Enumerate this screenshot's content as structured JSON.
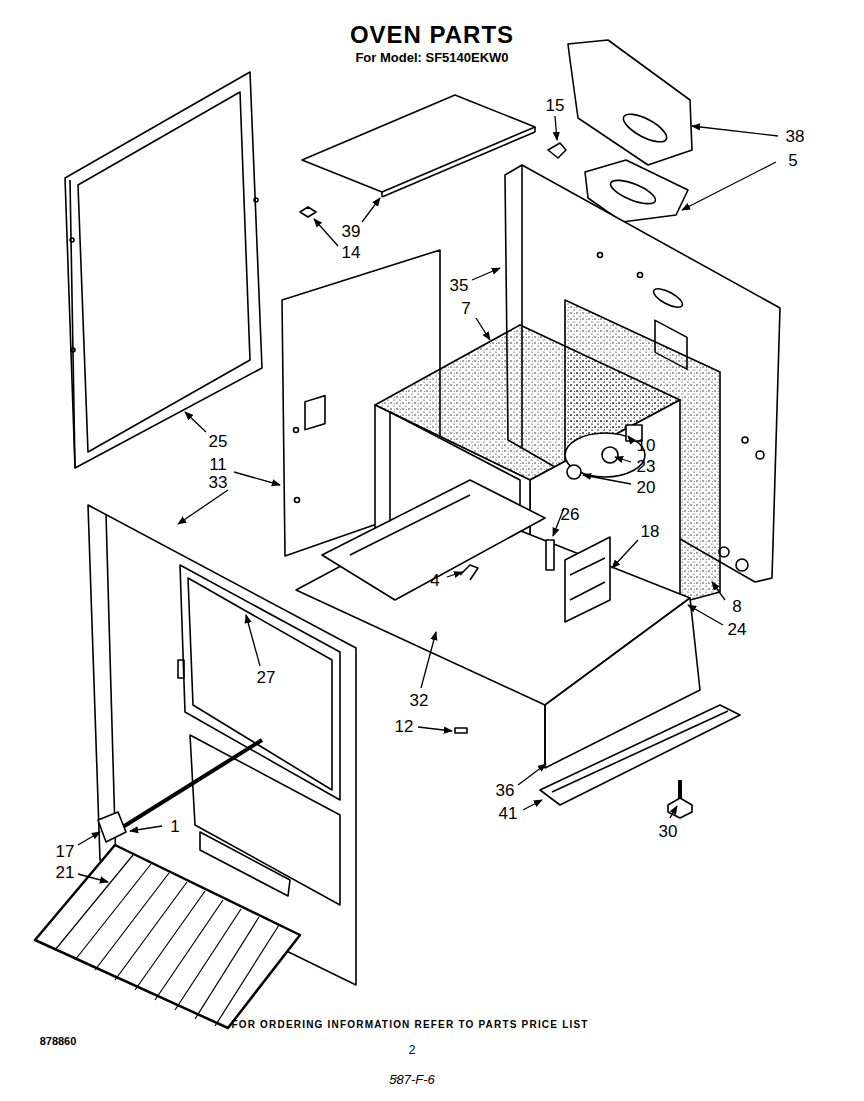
{
  "diagram": {
    "title": "OVEN PARTS",
    "caption": "FOR ORDERING INFORMATION REFER TO PARTS PRICE LIST",
    "labels": [
      "For Model: SF5140EKW0",
      "15",
      "38",
      "5",
      "39",
      "14",
      "35",
      "7",
      "25",
      "11",
      "33",
      "10",
      "23",
      "20",
      "26",
      "18",
      "4",
      "8",
      "24",
      "27",
      "32",
      "12",
      "36",
      "41",
      "30",
      "17",
      "1",
      "21",
      "878860",
      "2",
      "587-F-6"
    ]
  }
}
